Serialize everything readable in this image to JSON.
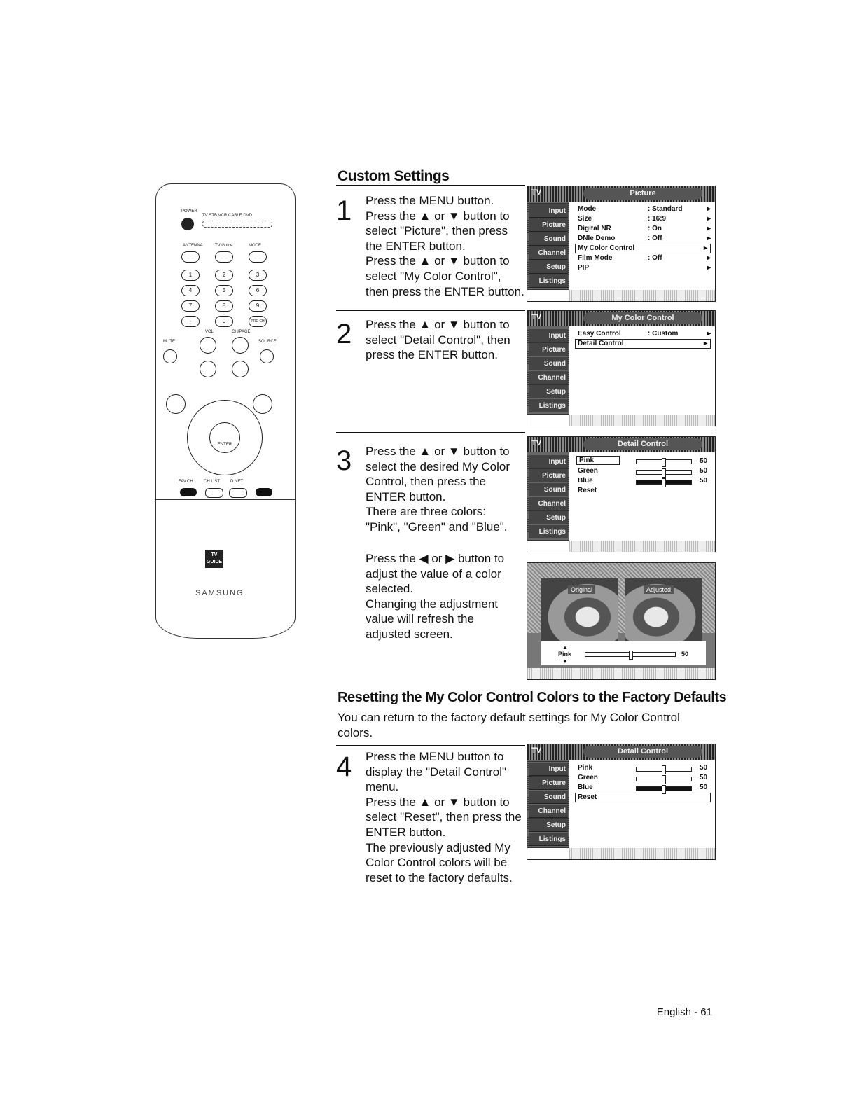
{
  "remote": {
    "power_label": "POWER",
    "mode_labels": "TV  STB  VCR  CABLE  DVD",
    "antenna_label": "ANTENNA",
    "tvguide_label": "TV Guide",
    "mode_label": "MODE",
    "keys": [
      "1",
      "2",
      "3",
      "4",
      "5",
      "6",
      "7",
      "8",
      "9",
      "-",
      "0",
      "PRE-CH"
    ],
    "vol_label": "VOL",
    "chpage_label": "CH/PAGE",
    "mute_label": "MUTE",
    "source_label": "SOURCE",
    "enter_label": "ENTER",
    "favch_label": "FAV.CH",
    "chlist_label": "CH.LIST",
    "dnet_label": "D.NET",
    "tvguide_logo": "TV GUIDE",
    "brand": "SAMSUNG"
  },
  "section1": {
    "title": "Custom Settings"
  },
  "steps": [
    {
      "num": "1",
      "lines": [
        "Press the MENU button.",
        "Press the ▲ or ▼ button to",
        "select \"Picture\", then press",
        "the ENTER button.",
        "Press the ▲ or ▼ button to",
        "select \"My Color Control\",",
        "then press the ENTER button."
      ]
    },
    {
      "num": "2",
      "lines": [
        "Press the ▲ or ▼ button to",
        "select \"Detail Control\", then",
        "press the ENTER button."
      ]
    },
    {
      "num": "3",
      "lines": [
        "Press the ▲ or ▼ button to",
        "select the desired My Color",
        "Control, then press the",
        "ENTER button.",
        "There are three colors:",
        "\"Pink\", \"Green\" and \"Blue\"."
      ],
      "lines_b": [
        "Press the ◀ or ▶ button to",
        "adjust the value of a color",
        "selected.",
        "Changing the adjustment",
        "value will refresh the",
        "adjusted screen."
      ]
    },
    {
      "num": "4",
      "lines": [
        "Press the MENU button to",
        "display the \"Detail Control\"",
        "menu.",
        "Press the ▲ or ▼ button to",
        "select \"Reset\", then press the",
        "ENTER button.",
        "The previously adjusted My",
        "Color Control colors will be",
        "reset to the factory defaults."
      ]
    }
  ],
  "section2": {
    "title": "Resetting the My Color Control Colors to the Factory Defaults",
    "intro": "You can return to the factory default settings for My Color Control colors."
  },
  "osd_common": {
    "tv": "TV",
    "side": [
      "Input",
      "Picture",
      "Sound",
      "Channel",
      "Setup",
      "Listings"
    ]
  },
  "osd1": {
    "title": "Picture",
    "rows": [
      {
        "label": "Mode",
        "value": ": Standard"
      },
      {
        "label": "Size",
        "value": ": 16:9"
      },
      {
        "label": "Digital NR",
        "value": ": On"
      },
      {
        "label": "DNIe Demo",
        "value": ": Off"
      },
      {
        "label": "My Color Control",
        "value": ""
      },
      {
        "label": "Film Mode",
        "value": ": Off"
      },
      {
        "label": "PIP",
        "value": ""
      }
    ]
  },
  "osd2": {
    "title": "My Color Control",
    "rows": [
      {
        "label": "Easy Control",
        "value": ": Custom"
      },
      {
        "label": "Detail Control",
        "value": ""
      }
    ]
  },
  "osd3": {
    "title": "Detail Control",
    "rows": [
      {
        "label": "Pink",
        "value": "50"
      },
      {
        "label": "Green",
        "value": "50"
      },
      {
        "label": "Blue",
        "value": "50"
      },
      {
        "label": "Reset",
        "value": ""
      }
    ]
  },
  "osd4": {
    "original": "Original",
    "adjusted": "Adjusted",
    "slider_label": "Pink",
    "slider_value": "50"
  },
  "osd5": {
    "title": "Detail Control",
    "rows": [
      {
        "label": "Pink",
        "value": "50"
      },
      {
        "label": "Green",
        "value": "50"
      },
      {
        "label": "Blue",
        "value": "50"
      },
      {
        "label": "Reset",
        "value": ""
      }
    ]
  },
  "footer": {
    "page": "English - 61"
  }
}
